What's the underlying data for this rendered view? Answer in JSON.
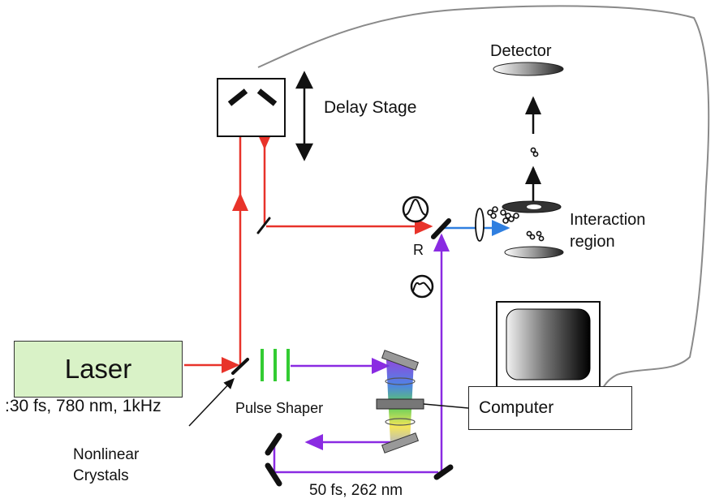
{
  "labels": {
    "laser": "Laser",
    "laser_specs": ":30 fs, 780 nm, 1kHz",
    "pulse_shaper": "Pulse Shaper",
    "nonlinear_crystals": "Nonlinear Crystals",
    "delay_stage": "Delay Stage",
    "detector": "Detector",
    "interaction_region": "Interaction region",
    "r": "R",
    "computer": "Computer",
    "uv_pulse": "50 fs, 262 nm"
  },
  "colors": {
    "red_beam": "#e8332a",
    "purple_beam": "#8a2be2",
    "blue_beam": "#2f7fe0",
    "crystal_green": "#33cc33",
    "laser_fill": "#d9f2c7"
  }
}
